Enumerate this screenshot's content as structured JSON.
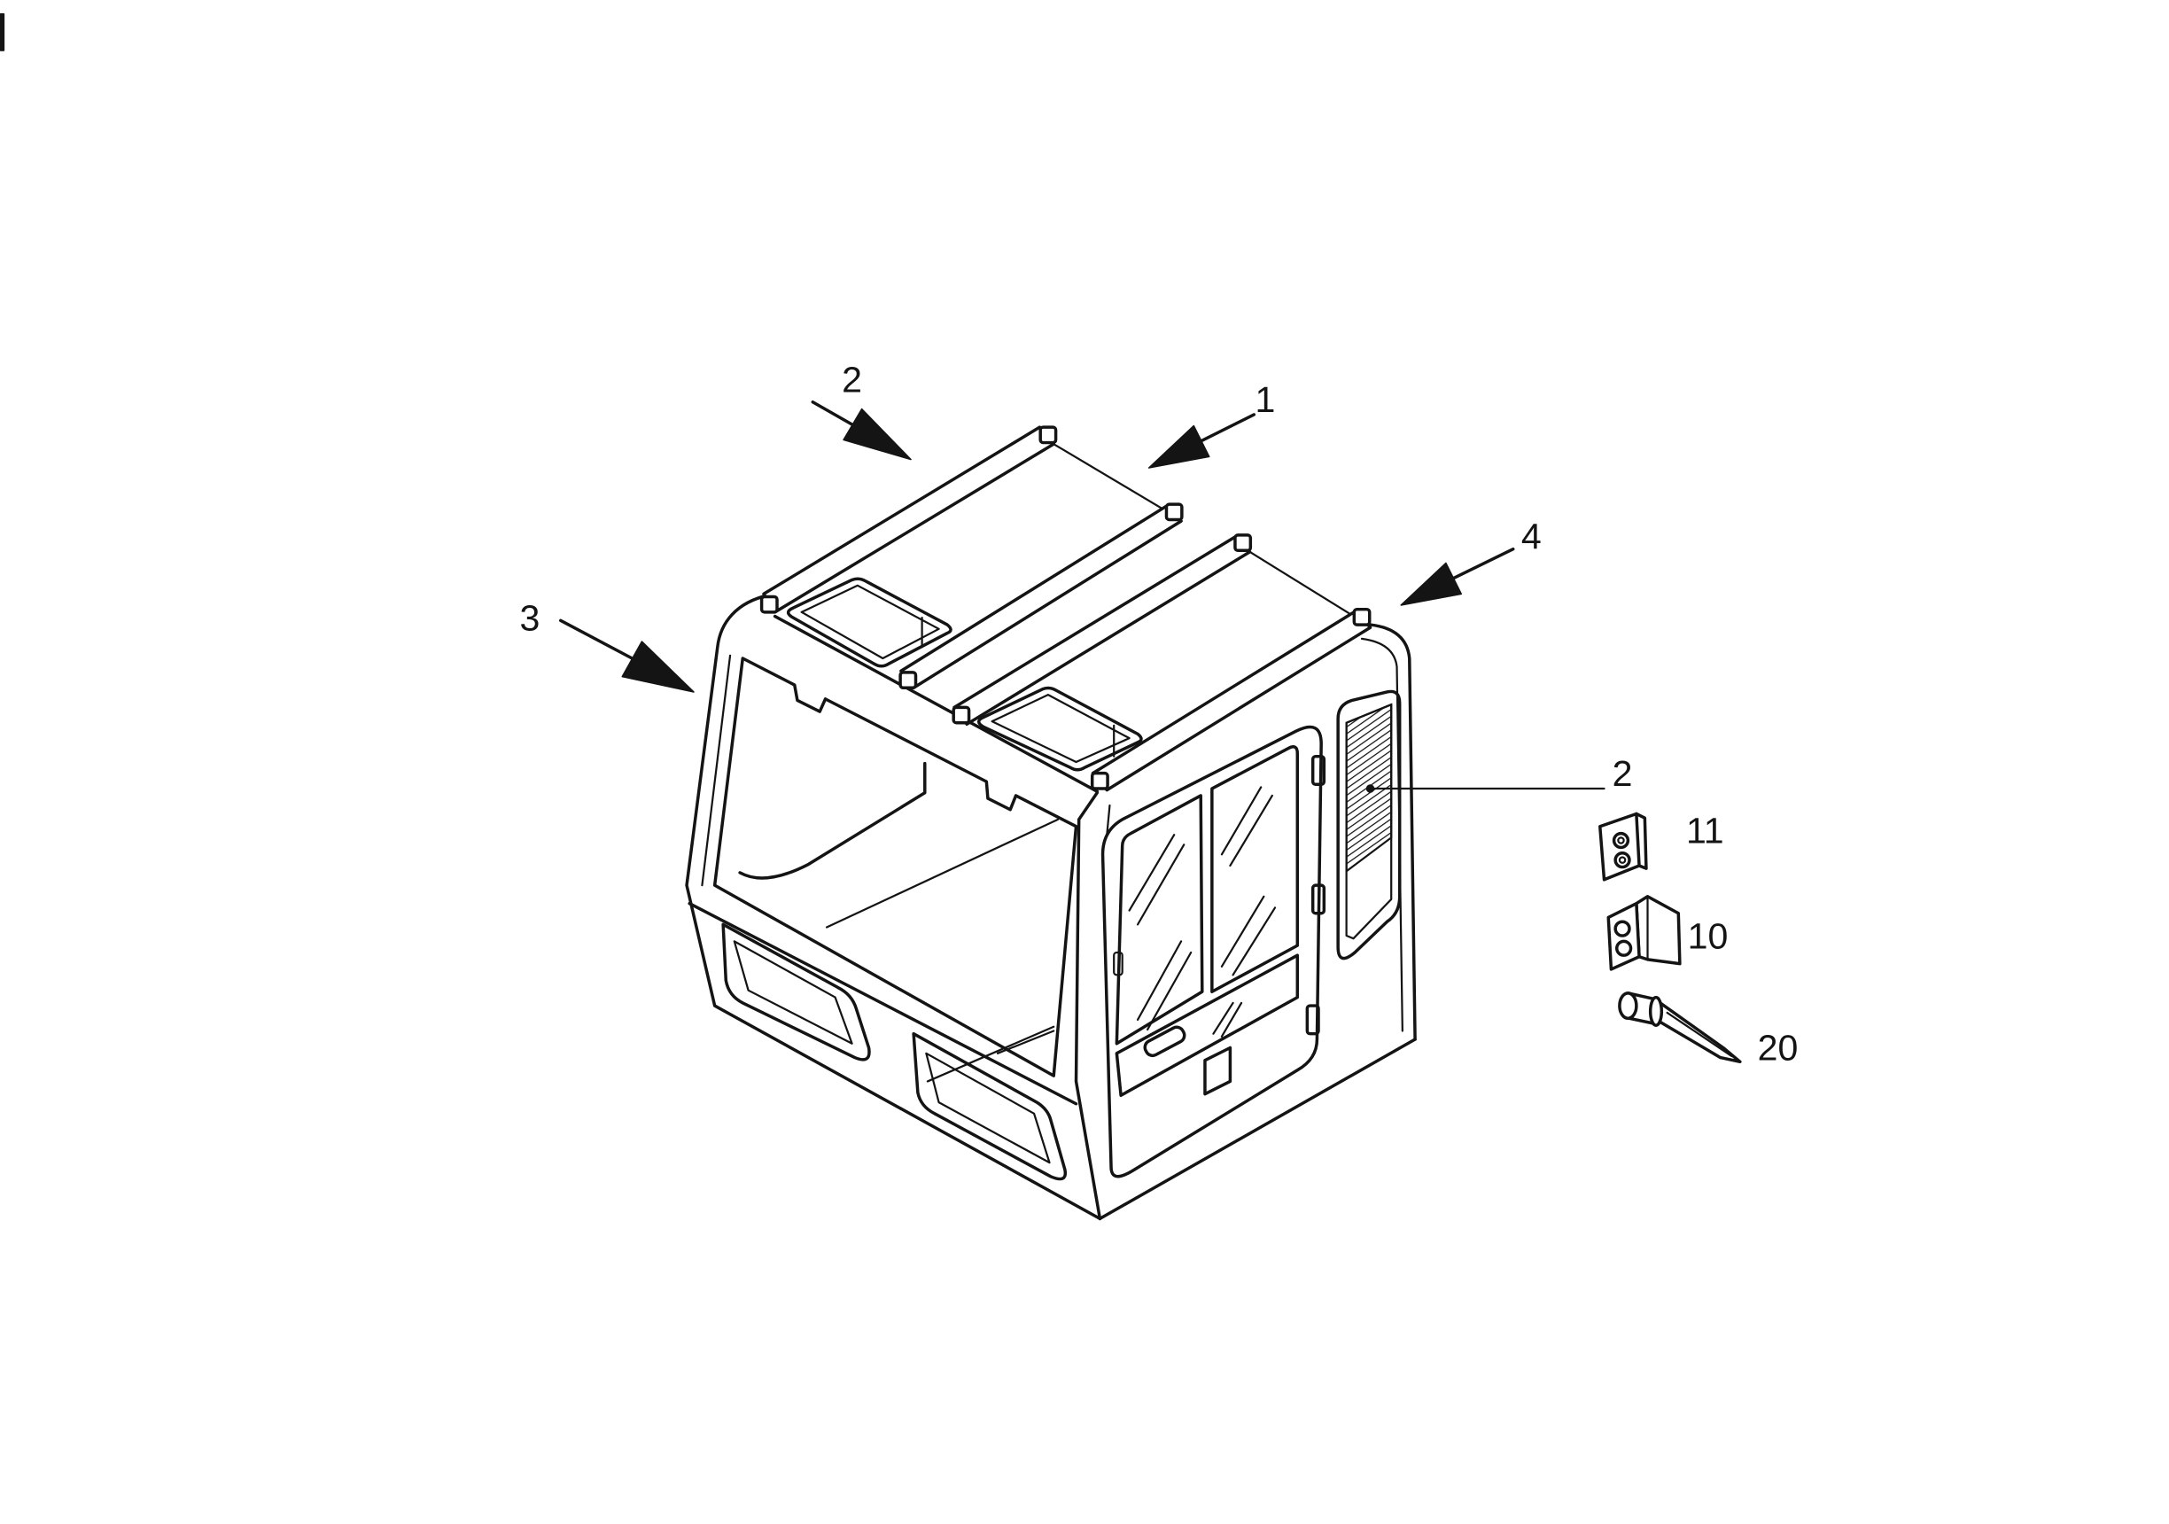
{
  "colors": {
    "ink": "#141414",
    "paper": "#ffffff"
  },
  "callouts": {
    "top_left_arrow": "2",
    "top_right_arrow": "1",
    "right_arrow": "4",
    "front_arrow": "3",
    "rear_window_leader": "2",
    "plate_part": "11",
    "bracket_part": "10",
    "pin_part": "20"
  }
}
